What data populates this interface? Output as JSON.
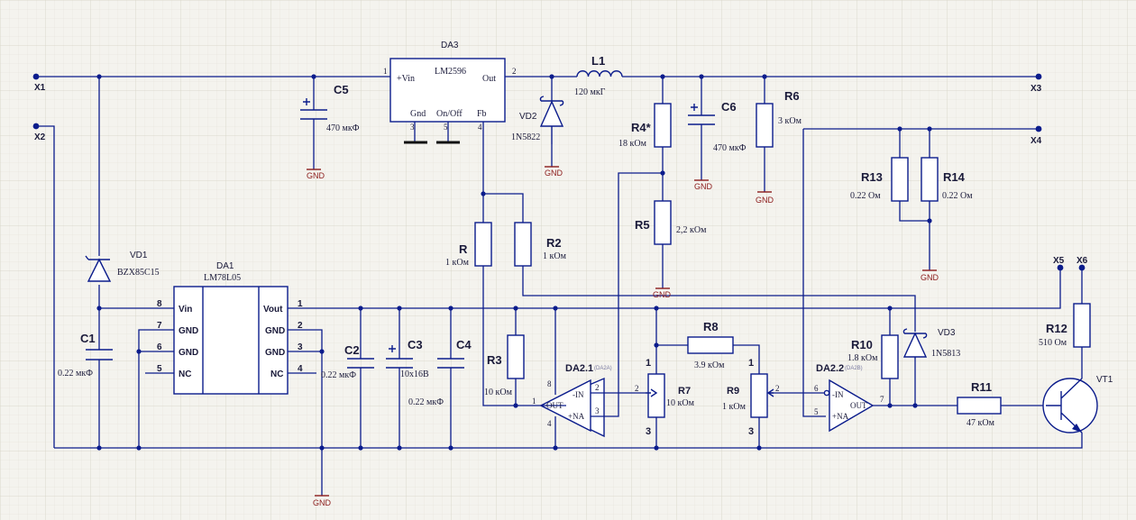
{
  "connectors": {
    "x1": "X1",
    "x2": "X2",
    "x3": "X3",
    "x4": "X4",
    "x5": "X5",
    "x6": "X6"
  },
  "da3": {
    "ref": "DA3",
    "part": "LM2596",
    "vin": "+Vin",
    "out": "Out",
    "gnd": "Gnd",
    "onoff": "On/Off",
    "fb": "Fb",
    "p1": "1",
    "p2": "2",
    "p3": "3",
    "p5": "5",
    "p4": "4"
  },
  "da1": {
    "ref": "DA1",
    "part": "LM78L05",
    "vin": "Vin",
    "gnd1": "GND",
    "gnd2": "GND",
    "nc1": "NC",
    "vout": "Vout",
    "gnd3": "GND",
    "gnd4": "GND",
    "nc2": "NC",
    "p8": "8",
    "p7": "7",
    "p6": "6",
    "p5": "5",
    "p1": "1",
    "p2": "2",
    "p3": "3",
    "p4": "4"
  },
  "l1": {
    "ref": "L1",
    "value": "120 мкГ"
  },
  "vd1": {
    "ref": "VD1",
    "part": "BZX85C15"
  },
  "vd2": {
    "ref": "VD2",
    "part": "1N5822"
  },
  "vd3": {
    "ref": "VD3",
    "part": "1N5813"
  },
  "vt1": {
    "ref": "VT1"
  },
  "c1": {
    "ref": "C1",
    "value": "0.22 мкФ"
  },
  "c2": {
    "ref": "C2",
    "value": "0.22 мкФ"
  },
  "c3": {
    "ref": "C3",
    "value": "10х16В"
  },
  "c4": {
    "ref": "C4",
    "value": "0.22 мкФ"
  },
  "c5": {
    "ref": "C5",
    "value": "470 мкФ"
  },
  "c6": {
    "ref": "C6",
    "value": "470 мкФ"
  },
  "r": {
    "ref": "R",
    "value": "1 кОм"
  },
  "r2": {
    "ref": "R2",
    "value": "1 кОм"
  },
  "r3": {
    "ref": "R3",
    "value": "10 кОм"
  },
  "r4": {
    "ref": "R4*",
    "value": "18 кОм"
  },
  "r5": {
    "ref": "R5",
    "value": "2,2 кОм"
  },
  "r6": {
    "ref": "R6",
    "value": "3 кОм"
  },
  "r7": {
    "ref": "R7",
    "value": "10 кОм",
    "p1": "1",
    "p2": "2",
    "p3": "3"
  },
  "r8": {
    "ref": "R8",
    "value": "3.9 кОм"
  },
  "r9": {
    "ref": "R9",
    "value": "1 кОм",
    "p1": "1",
    "p2": "2",
    "p3": "3"
  },
  "r10": {
    "ref": "R10",
    "value": "1.8 кОм"
  },
  "r11": {
    "ref": "R11",
    "value": "47 кОм"
  },
  "r12": {
    "ref": "R12",
    "value": "510 Ом"
  },
  "r13": {
    "ref": "R13",
    "value": "0.22 Ом"
  },
  "r14": {
    "ref": "R14",
    "value": "0.22 Ом"
  },
  "da21": {
    "ref": "DA2.1",
    "sub": "(DA2A)",
    "in_neg": "-IN",
    "in_pos": "+NA",
    "out": "OUT",
    "p1": "1",
    "p2": "2",
    "p3": "3",
    "p4": "4",
    "p8": "8"
  },
  "da22": {
    "ref": "DA2.2",
    "sub": "(DA2B)",
    "in_neg": "-IN",
    "in_pos": "+NA",
    "out": "OUT",
    "p5": "5",
    "p6": "6",
    "p7": "7"
  },
  "gnd": {
    "label": "GND"
  },
  "plus": "+"
}
